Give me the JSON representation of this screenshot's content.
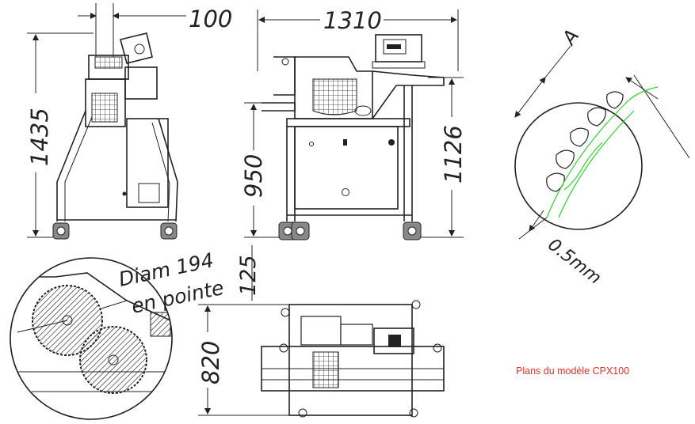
{
  "dimensions": {
    "top_width_side": "100",
    "height_side": "1435",
    "width_front": "1310",
    "height_front_table": "950",
    "height_front_total": "1126",
    "depth_top": "820",
    "offset_top": "125",
    "gap": "0.5mm",
    "detail_label": "A"
  },
  "notes": {
    "diam_line1": "Diam 194",
    "diam_line2": "en pointe"
  },
  "caption": "Plans du modèle CPX100",
  "colors": {
    "line": "#222222",
    "accent_green": "#2bd12b",
    "caption": "#e0312a"
  }
}
